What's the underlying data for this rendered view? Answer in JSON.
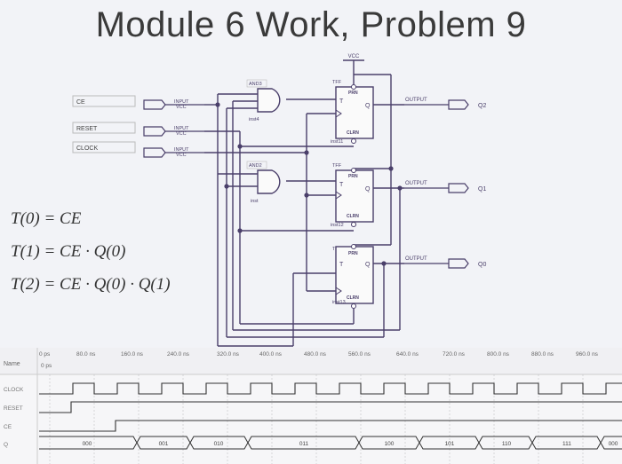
{
  "title": "Module 6 Work, Problem 9",
  "schematic": {
    "vcc": "VCC",
    "inputs": [
      {
        "pin": "CE",
        "kind": "INPUT",
        "supply": "VCC"
      },
      {
        "pin": "RESET",
        "kind": "INPUT",
        "supply": "VCC"
      },
      {
        "pin": "CLOCK",
        "kind": "INPUT",
        "supply": "VCC"
      }
    ],
    "gates": [
      {
        "type": "AND3",
        "inst": "inst4"
      },
      {
        "type": "AND2",
        "inst": "inst"
      }
    ],
    "flipflops": [
      {
        "type": "TFF",
        "prn": "PRN",
        "t": "T",
        "q": "Q",
        "clrn": "CLRN",
        "inst": "inst11"
      },
      {
        "type": "TFF",
        "prn": "PRN",
        "t": "T",
        "q": "Q",
        "clrn": "CLRN",
        "inst": "inst12"
      },
      {
        "type": "TFF",
        "prn": "PRN",
        "t": "T",
        "q": "Q",
        "clrn": "CLRN",
        "inst": "inst13"
      }
    ],
    "outputs": [
      {
        "kind": "OUTPUT",
        "pin": "Q2"
      },
      {
        "kind": "OUTPUT",
        "pin": "Q1"
      },
      {
        "kind": "OUTPUT",
        "pin": "Q0"
      }
    ]
  },
  "equations": [
    "T(0) = CE",
    "T(1) = CE · Q(0)",
    "T(2) = CE · Q(0) · Q(1)"
  ],
  "waveform": {
    "name_header": "Name",
    "zero_label": "0 ps",
    "time_labels": [
      "0 ps",
      "80.0 ns",
      "160.0 ns",
      "240.0 ns",
      "320.0 ns",
      "400.0 ns",
      "480.0 ns",
      "560.0 ns",
      "640.0 ns",
      "720.0 ns",
      "800.0 ns",
      "880.0 ns",
      "960.0 ns"
    ],
    "signals": [
      "CLOCK",
      "RESET",
      "CE",
      "Q"
    ],
    "q_values": [
      "000",
      "001",
      "010",
      "011",
      "100",
      "101",
      "110",
      "111",
      "000"
    ]
  }
}
